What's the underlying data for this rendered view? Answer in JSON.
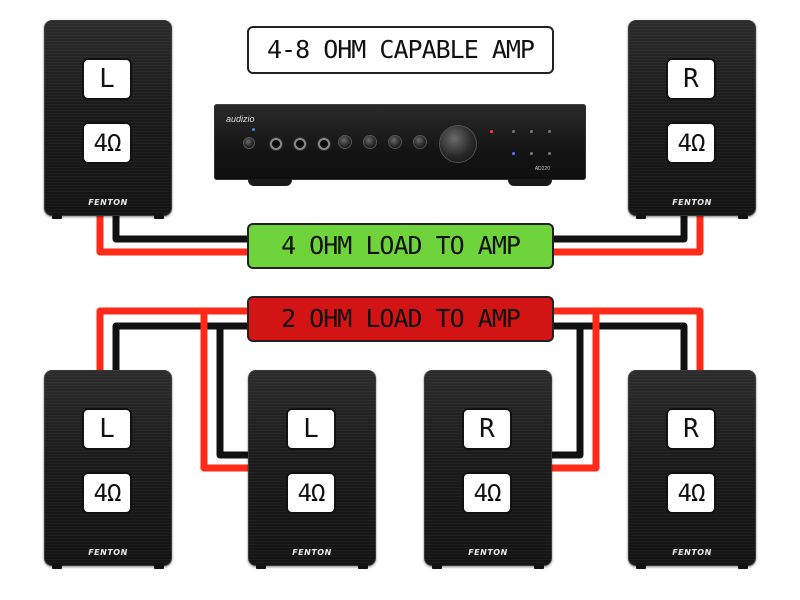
{
  "title": "4-8 OHM CAPABLE AMP",
  "configs": [
    {
      "label": "4 OHM LOAD TO AMP",
      "color": "#6fd33c"
    },
    {
      "label": "2 OHM LOAD TO AMP",
      "color": "#d31414"
    }
  ],
  "amplifier": {
    "brand": "audizio",
    "model": "AD220"
  },
  "speakers": {
    "top_left": {
      "channel": "L",
      "impedance": "4Ω",
      "brand": "FENTON"
    },
    "top_right": {
      "channel": "R",
      "impedance": "4Ω",
      "brand": "FENTON"
    },
    "bottom": [
      {
        "channel": "L",
        "impedance": "4Ω",
        "brand": "FENTON"
      },
      {
        "channel": "L",
        "impedance": "4Ω",
        "brand": "FENTON"
      },
      {
        "channel": "R",
        "impedance": "4Ω",
        "brand": "FENTON"
      },
      {
        "channel": "R",
        "impedance": "4Ω",
        "brand": "FENTON"
      }
    ]
  },
  "wire_colors": {
    "positive": "#ff2a1a",
    "negative": "#111111",
    "insulation": "#ffffff"
  }
}
